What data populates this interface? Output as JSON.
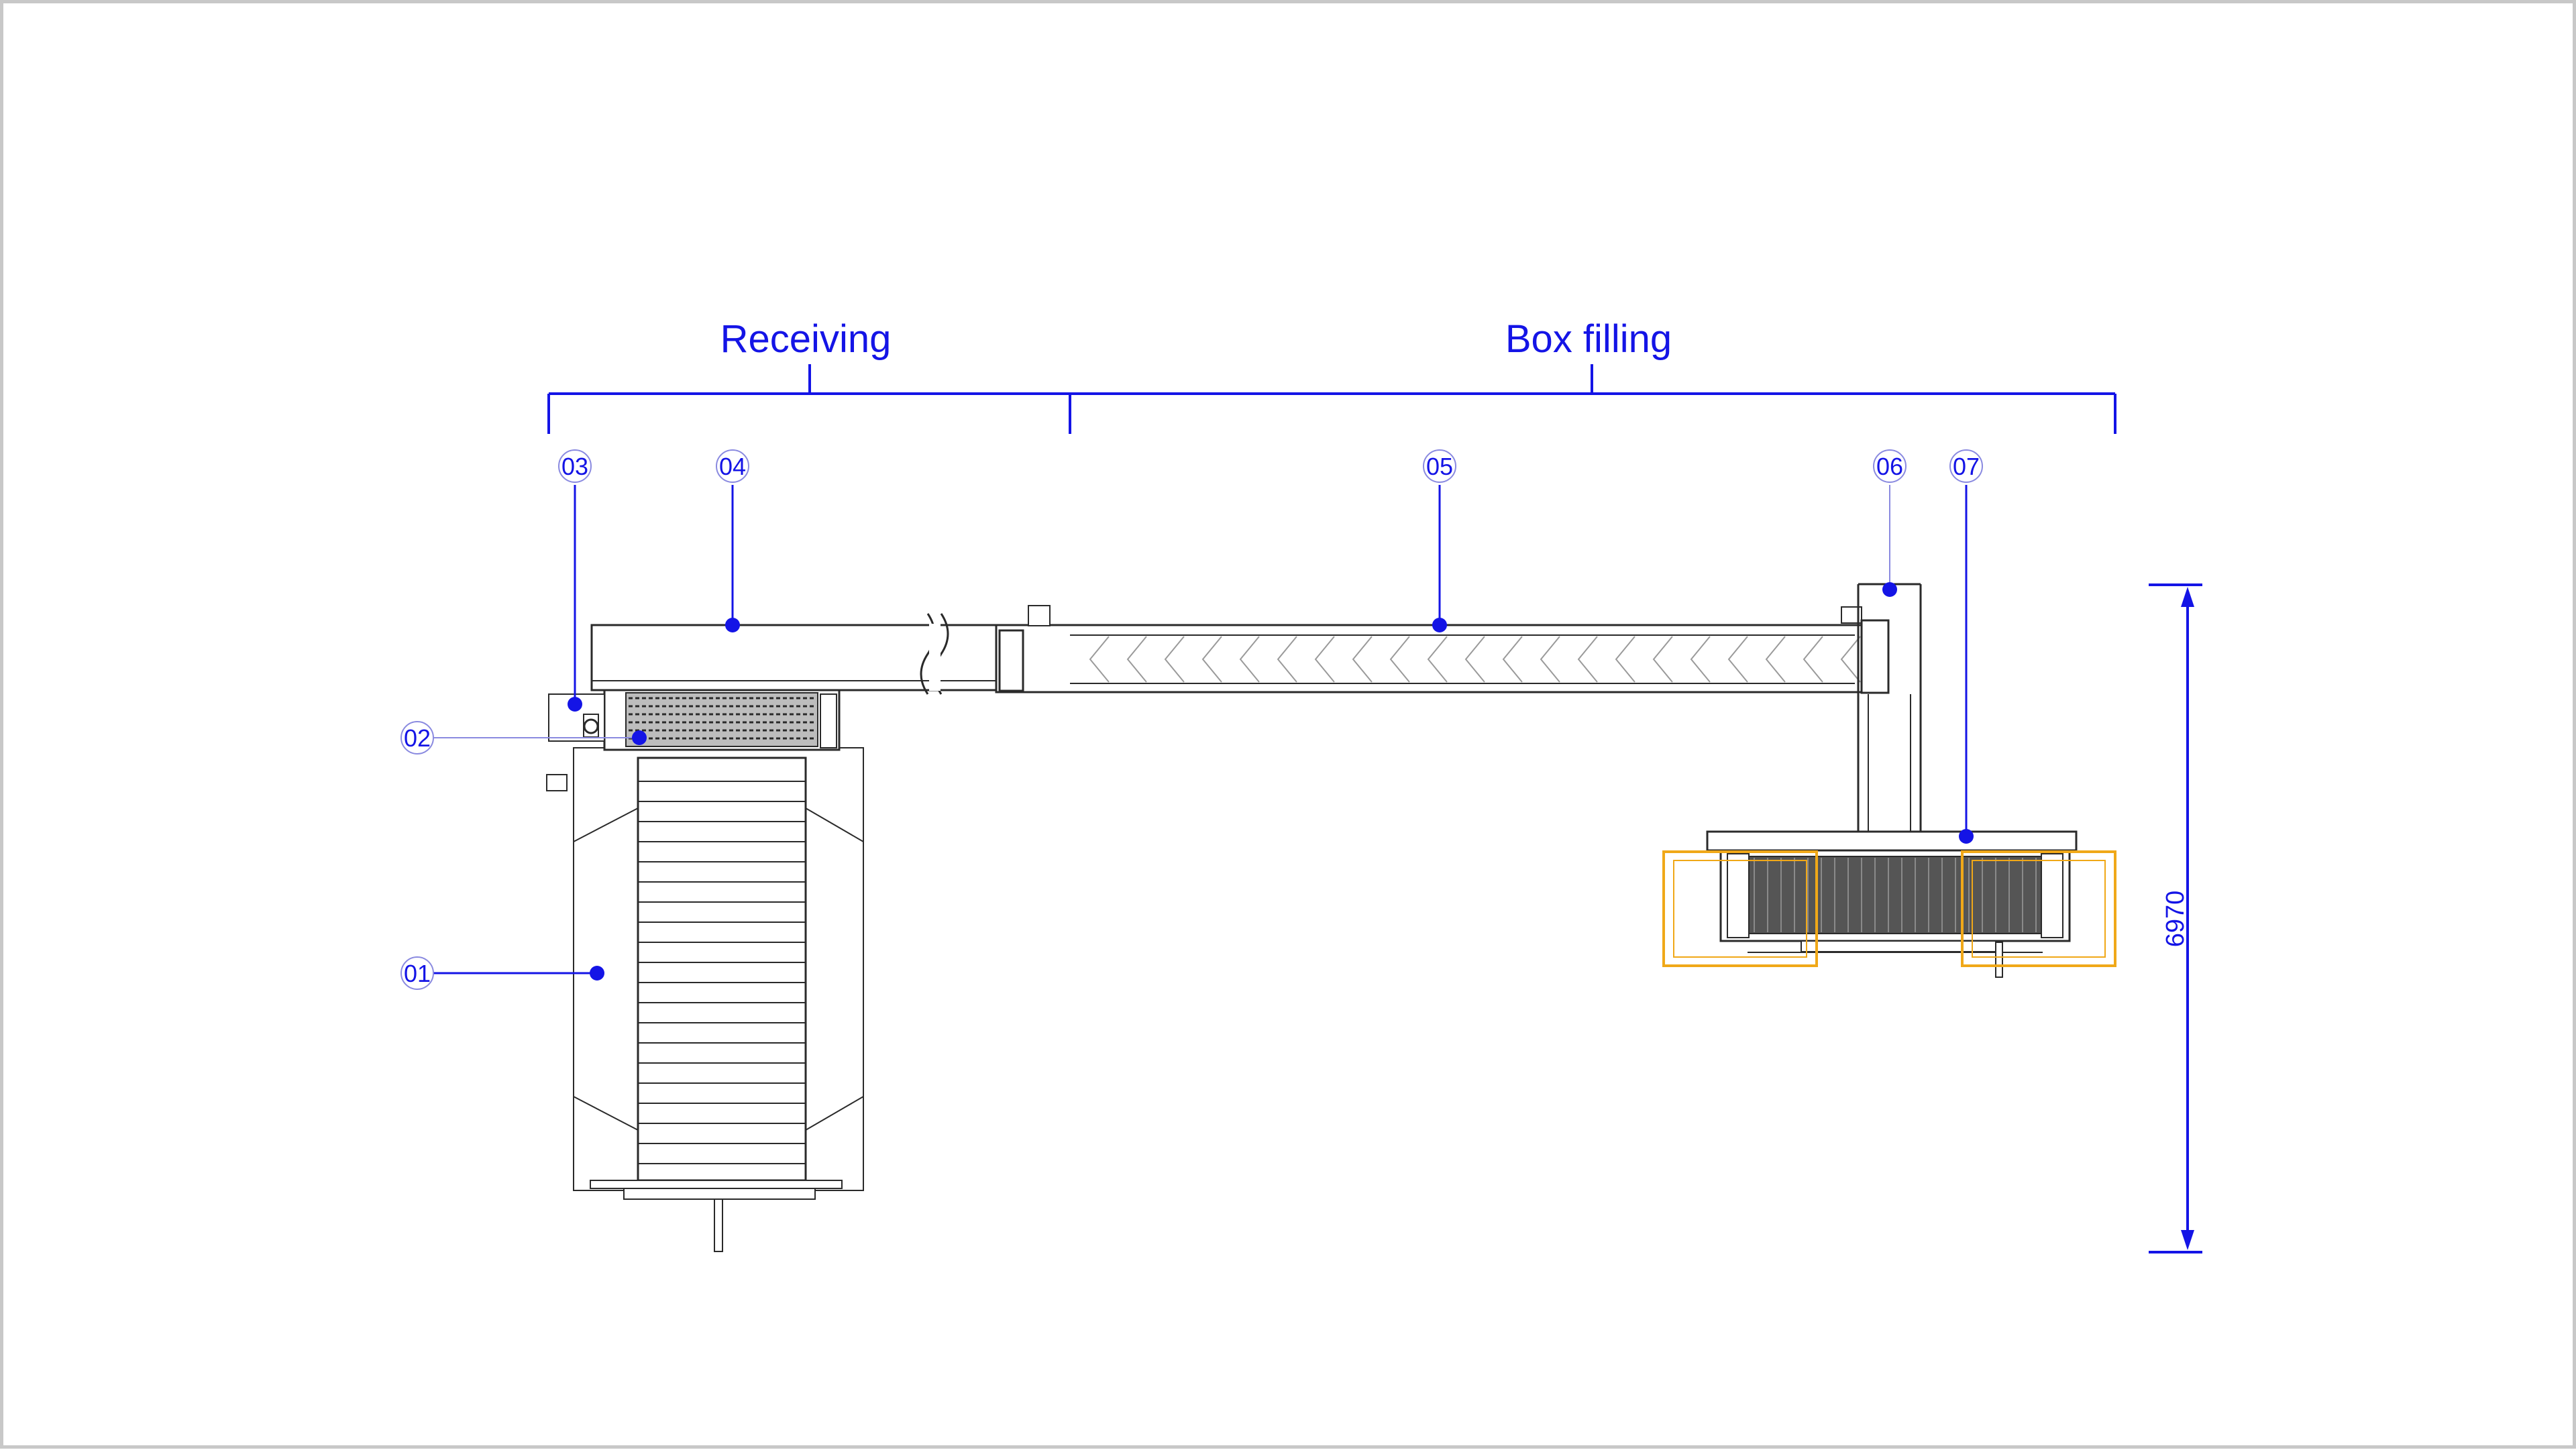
{
  "sections": {
    "receiving": "Receiving",
    "box_filling": "Box filling"
  },
  "callouts": {
    "c01": "01",
    "c02": "02",
    "c03": "03",
    "c04": "04",
    "c05": "05",
    "c06": "06",
    "c07": "07"
  },
  "dimension": {
    "height_label": "6970"
  },
  "colors": {
    "annotation": "#1414e6",
    "machine": "#2a2a2a",
    "highlight": "#f0a818",
    "frame_border": "#c8c8c8"
  }
}
